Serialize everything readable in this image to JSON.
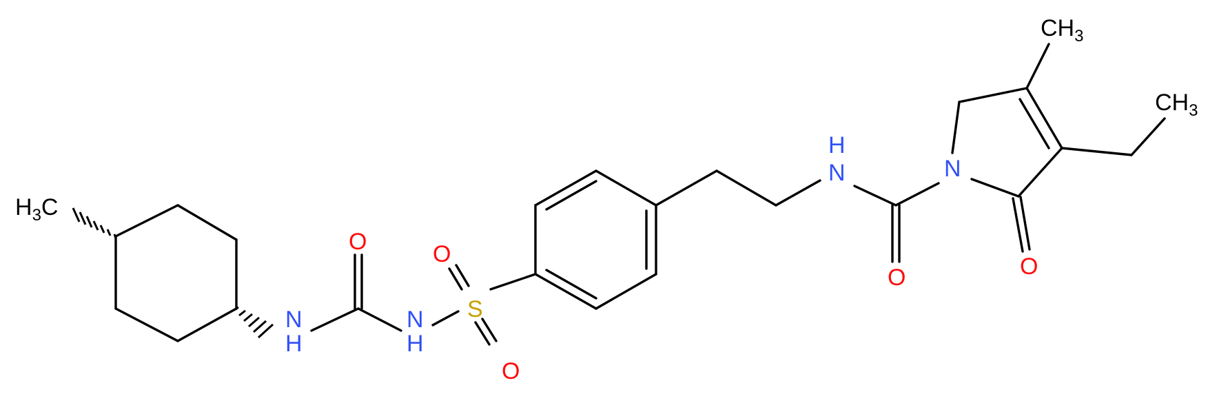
{
  "molecule": {
    "colors": {
      "bond": "#000000",
      "carbon": "#000000",
      "nitrogen": "#3050F8",
      "oxygen": "#FF0D0D",
      "sulfur": "#C8A000"
    },
    "labels": {
      "methyl_left_main": "H",
      "methyl_left_sub": "3",
      "methyl_left_tail": "C",
      "nh_urea_left": "N",
      "nh_urea_left_h": "H",
      "o_urea": "O",
      "nh_urea_right": "N",
      "nh_urea_right_h": "H",
      "sulfur": "S",
      "o_sulfonyl_top": "O",
      "o_sulfonyl_bottom": "O",
      "nh_amide": "N",
      "nh_amide_h": "H",
      "o_carboxamide": "O",
      "n_ring": "N",
      "o_lactam": "O",
      "methyl_top_main": "CH",
      "methyl_top_sub": "3",
      "ethyl_main": "CH",
      "ethyl_sub": "3"
    }
  }
}
